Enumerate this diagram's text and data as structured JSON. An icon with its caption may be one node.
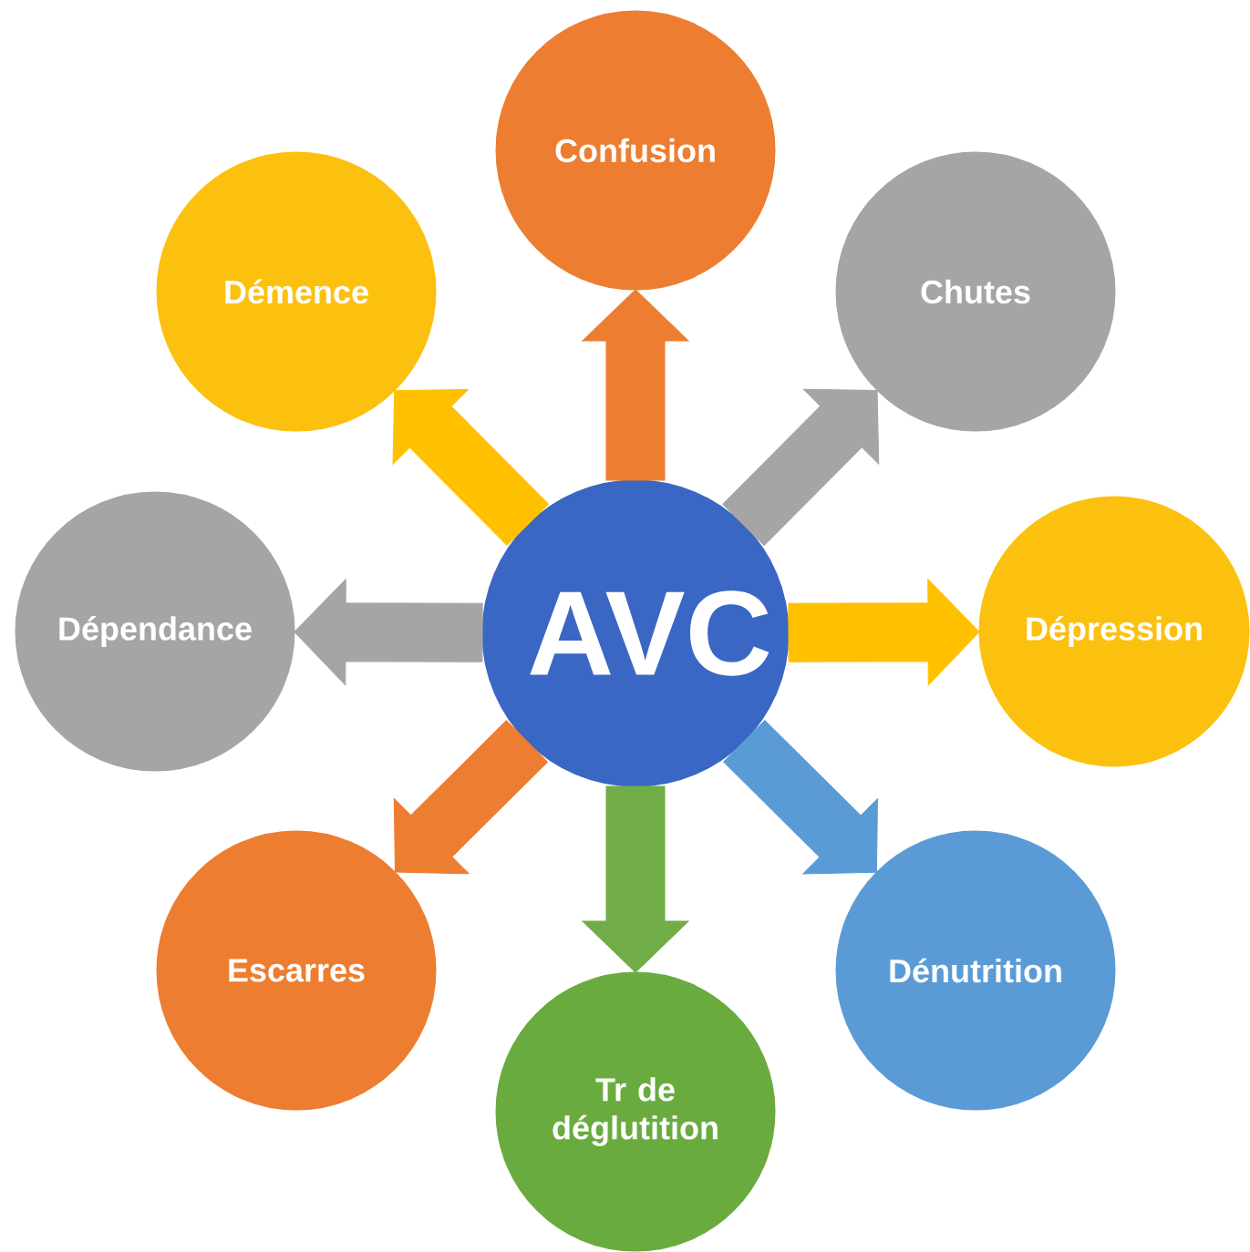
{
  "diagram": {
    "nodes": [
      {
        "text": [
          "AVC"
        ]
      },
      {
        "text": [
          "Confusion"
        ]
      },
      {
        "text": [
          "Chutes"
        ]
      },
      {
        "text": [
          "Dépression"
        ]
      },
      {
        "text": [
          "Dénutrition"
        ]
      },
      {
        "text": [
          "Tr de déglutition"
        ]
      },
      {
        "text": [
          "Escarres"
        ]
      },
      {
        "text": [
          "Dépendance"
        ]
      },
      {
        "text": [
          "Démence"
        ]
      }
    ],
    "edges": [
      {
        "from": 0,
        "to": 1,
        "arrow": "to",
        "color": "#ed7d31"
      },
      {
        "from": 0,
        "to": 2,
        "arrow": "to",
        "color": "#a5a5a5"
      },
      {
        "from": 0,
        "to": 3,
        "arrow": "to",
        "color": "#ffc000"
      },
      {
        "from": 0,
        "to": 4,
        "arrow": "to",
        "color": "#5b9bd5"
      },
      {
        "from": 0,
        "to": 5,
        "arrow": "to",
        "color": "#70ad47"
      },
      {
        "from": 0,
        "to": 6,
        "arrow": "to",
        "color": "#ed7d31"
      },
      {
        "from": 0,
        "to": 7,
        "arrow": "to",
        "color": "#a5a5a5"
      },
      {
        "from": 0,
        "to": 8,
        "arrow": "to",
        "color": "#ffc000"
      }
    ]
  }
}
